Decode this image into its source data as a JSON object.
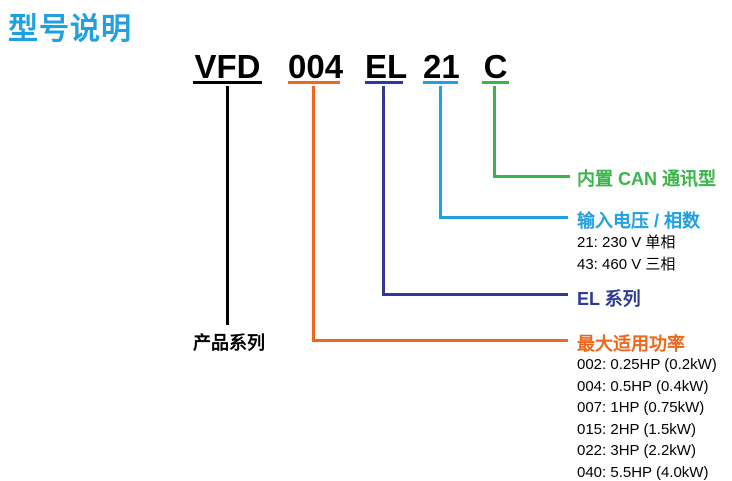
{
  "title": "型号说明",
  "colors": {
    "title_blue": "#1FA0E1",
    "product_series_black": "#000000",
    "max_power_orange": "#EF671C",
    "el_series_navy": "#2E3A94",
    "input_voltage_cyan": "#1FA0E1",
    "can_type_green": "#3AB54A"
  },
  "model_code": {
    "segments": [
      {
        "text": "VFD",
        "underline_color": "#000000"
      },
      {
        "text": "004",
        "underline_color": "#EF671C"
      },
      {
        "text": "EL",
        "underline_color": "#2E3A94"
      },
      {
        "text": "21",
        "underline_color": "#1FA0E1"
      },
      {
        "text": "C",
        "underline_color": "#3AB54A"
      }
    ]
  },
  "labels": {
    "product_series": "产品系列",
    "can_type": "内置 CAN 通讯型",
    "input_voltage": {
      "heading": "输入电压 / 相数",
      "options": [
        "21: 230 V 单相",
        "43: 460 V 三相"
      ]
    },
    "el_series": "EL 系列",
    "max_power": {
      "heading": "最大适用功率",
      "options": [
        "002: 0.25HP (0.2kW)",
        "004: 0.5HP (0.4kW)",
        "007: 1HP (0.75kW)",
        "015: 2HP (1.5kW)",
        "022: 3HP (2.2kW)",
        "040: 5.5HP (4.0kW)"
      ]
    }
  }
}
